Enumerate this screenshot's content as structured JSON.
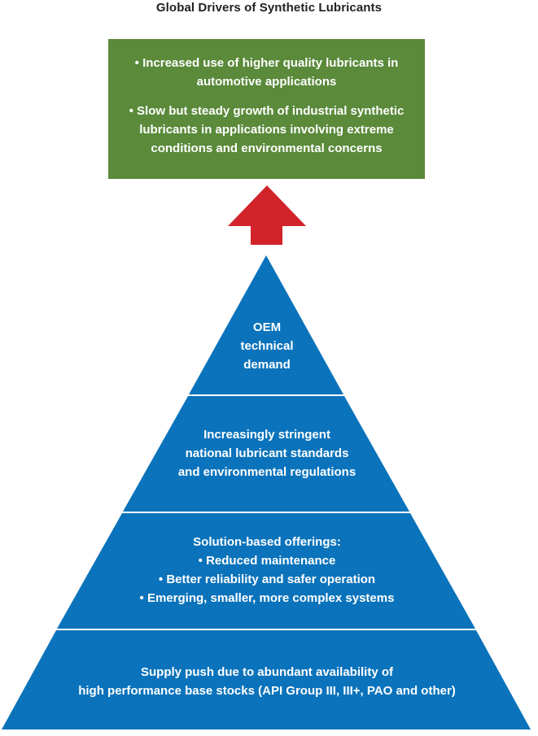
{
  "title": "Global Drivers of Synthetic Lubricants",
  "outcome_box": {
    "bullet1": "• Increased use of higher quality lubricants in automotive applications",
    "bullet2": "• Slow but steady growth of industrial synthetic lubricants in applications involving extreme conditions and environmental concerns"
  },
  "colors": {
    "green_box": "#5a8a3a",
    "arrow": "#d2232a",
    "pyramid": "#0b73bb"
  },
  "pyramid": {
    "tier1": {
      "line1": "OEM",
      "line2": "technical",
      "line3": "demand"
    },
    "tier2": {
      "line1": "Increasingly stringent",
      "line2": "national lubricant standards",
      "line3": "and environmental regulations"
    },
    "tier3": {
      "line1": "Solution-based offerings:",
      "line2": "• Reduced maintenance",
      "line3": "• Better reliability and safer operation",
      "line4": "• Emerging, smaller, more complex systems"
    },
    "tier4": {
      "line1": "Supply push due to abundant availability of",
      "line2": "high performance base stocks (API Group III, III+, PAO and other)"
    }
  }
}
